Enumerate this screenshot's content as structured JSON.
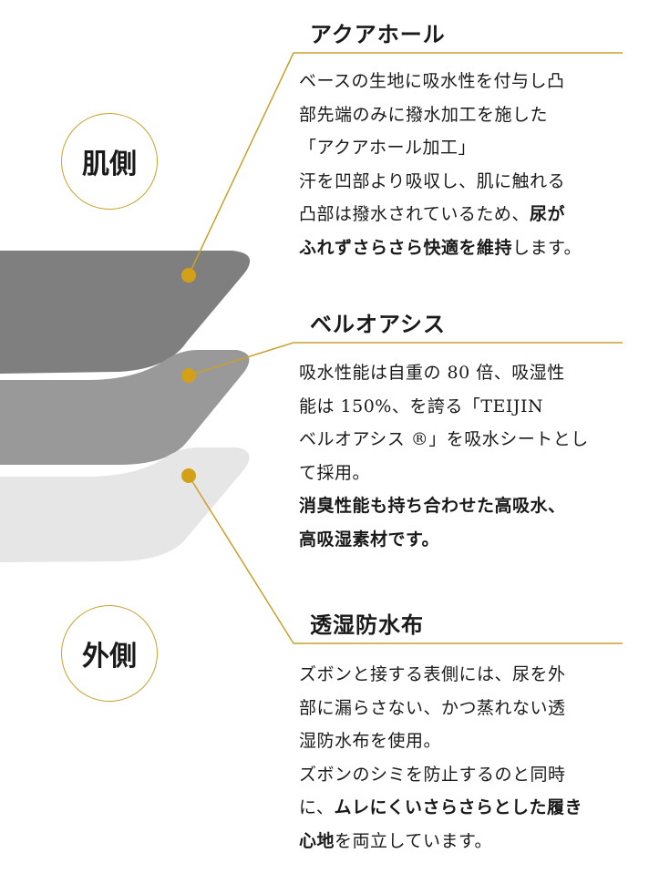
{
  "colors": {
    "gold": "#c9a02c",
    "dot": "#d4a017",
    "layer_top": "#7f7f7f",
    "layer_middle": "#999999",
    "layer_bottom": "#e6e6e6"
  },
  "labels": {
    "skin_side": "肌側",
    "outer_side": "外側"
  },
  "sections": [
    {
      "title": "アクアホール",
      "lines": [
        [
          {
            "t": "ベースの生地に吸水性を付与し凸",
            "b": false
          }
        ],
        [
          {
            "t": "部先端のみに撥水加工を施した",
            "b": false
          }
        ],
        [
          {
            "t": "「アクアホール加工」",
            "b": false
          }
        ],
        [
          {
            "t": "汗を凹部より吸収し、肌に触れる",
            "b": false
          }
        ],
        [
          {
            "t": "凸部は撥水されているため、",
            "b": false
          },
          {
            "t": "尿が",
            "b": true
          }
        ],
        [
          {
            "t": "ふれずさらさら快適を維持",
            "b": true
          },
          {
            "t": "します。",
            "b": false
          }
        ]
      ]
    },
    {
      "title": "ベルオアシス",
      "lines": [
        [
          {
            "t": "吸水性能は自重の 80 倍、吸湿性",
            "b": false
          }
        ],
        [
          {
            "t": "能は 150%、を誇る「TEIJIN",
            "b": false
          }
        ],
        [
          {
            "t": "ベルオアシス ®」を吸水シートとし",
            "b": false
          }
        ],
        [
          {
            "t": "て採用。",
            "b": false
          }
        ],
        [
          {
            "t": "消臭性能も持ち合わせた高吸水、",
            "b": true
          }
        ],
        [
          {
            "t": "高吸湿素材です。",
            "b": true
          }
        ]
      ]
    },
    {
      "title": "透湿防水布",
      "lines": [
        [
          {
            "t": "ズボンと接する表側には、尿を外",
            "b": false
          }
        ],
        [
          {
            "t": "部に漏らさない、かつ蒸れない透",
            "b": false
          }
        ],
        [
          {
            "t": "湿防水布を使用。",
            "b": false
          }
        ],
        [
          {
            "t": "ズボンのシミを防止するのと同時",
            "b": false
          }
        ],
        [
          {
            "t": "に、",
            "b": false
          },
          {
            "t": "ムレにくいさらさらとした履き",
            "b": true
          }
        ],
        [
          {
            "t": "心地",
            "b": true
          },
          {
            "t": "を両立しています。",
            "b": false
          }
        ]
      ]
    }
  ]
}
